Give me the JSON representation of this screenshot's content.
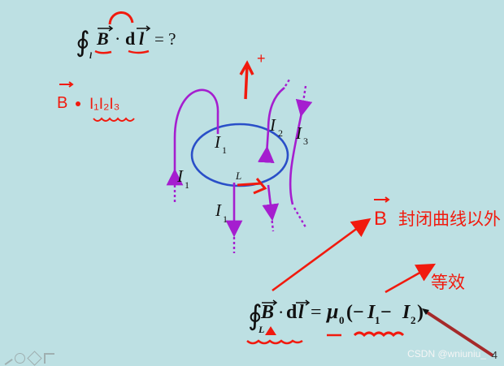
{
  "formula_top": {
    "integral": "∮",
    "sub": "l",
    "B": "B",
    "dot": "·",
    "d": "d",
    "l": "l",
    "eq": "= ?"
  },
  "labels": {
    "I1_loop": "I",
    "I1_loop_sub": "1",
    "I1_left": "I",
    "I1_left_sub": "1",
    "I1_bottom": "I",
    "I1_bottom_sub": "1",
    "I2": "I",
    "I2_sub": "2",
    "I3": "I",
    "I3_sub": "3",
    "L": "L"
  },
  "formula_bottom": {
    "integral": "∮",
    "sub": "L",
    "B": "B",
    "dot": "·",
    "d": "d",
    "l": "l",
    "eq": "=",
    "mu": "μ",
    "mu_sub": "0",
    "paren_open": "(−",
    "I1": "I",
    "I1_sub": "1",
    "minus": " −",
    "I2": "I",
    "I2_sub": "2",
    "paren_close": ")"
  },
  "annotations": {
    "plus": "+",
    "B_note": "B",
    "I_group": "I₁I₂I₃",
    "B_right": "B",
    "B_right_note": "封闭曲线以外",
    "right_note": "等效"
  },
  "footer": {
    "watermark": "CSDN @wniuniu_",
    "page": "4"
  },
  "colors": {
    "loop": "#2a4fc8",
    "current": "#a51ecf",
    "red": "#f11a0e",
    "text": "#111111"
  }
}
